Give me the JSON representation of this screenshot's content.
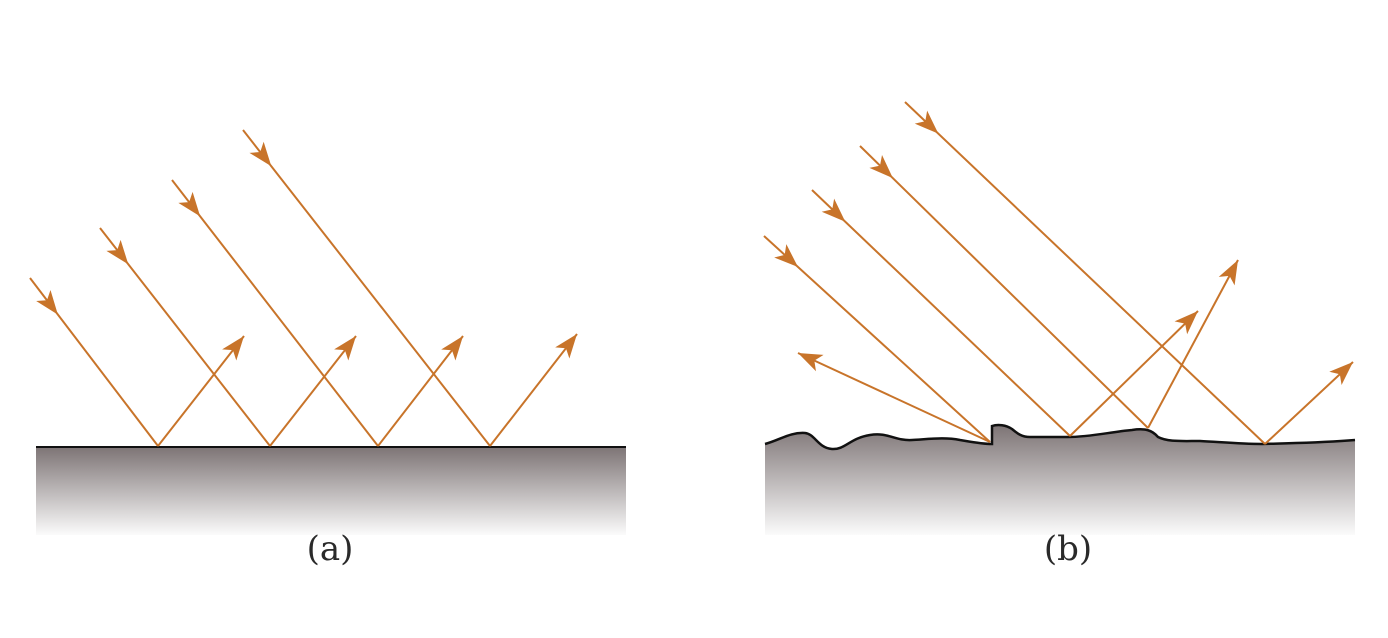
{
  "figure": {
    "ray_color": "#c8742a",
    "surface_top_color": "#7d7475",
    "surface_bottom_color": "#fbfbfb",
    "edge_color": "#111111",
    "panels": [
      {
        "id": "a",
        "caption": "(a)",
        "surface": "smooth",
        "ray_count": 4
      },
      {
        "id": "b",
        "caption": "(b)",
        "surface": "rough",
        "ray_count": 4
      }
    ]
  }
}
